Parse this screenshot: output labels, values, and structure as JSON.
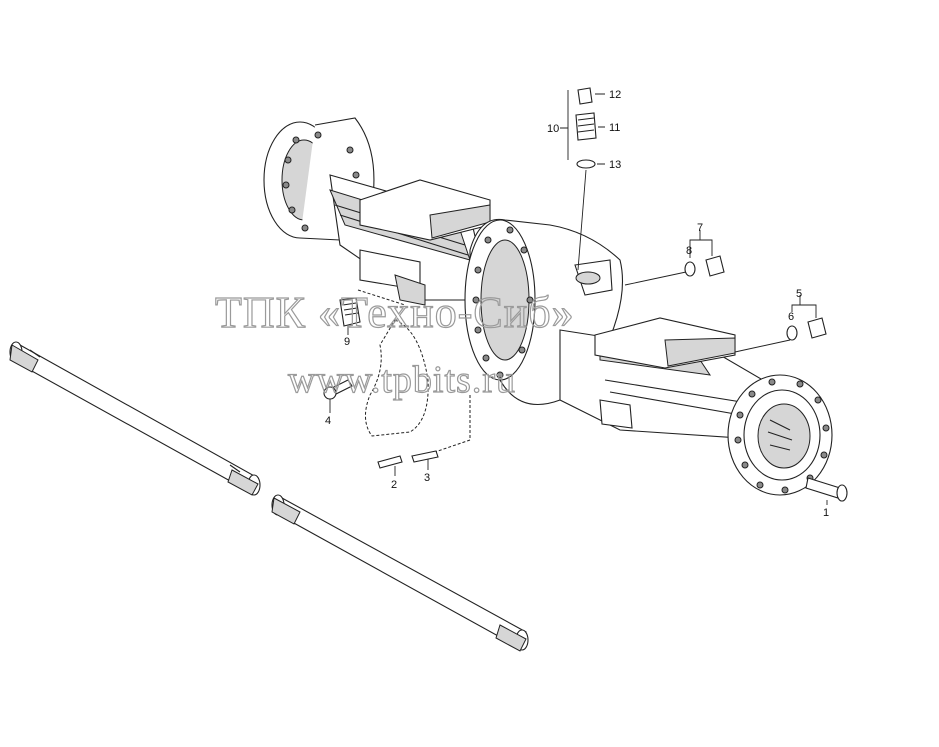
{
  "watermark": {
    "line1": "ТПК «Техно-Сиб»",
    "line2": "www.tpbits.ru"
  },
  "callouts": [
    "1",
    "2",
    "3",
    "4",
    "5",
    "6",
    "7",
    "8",
    "9",
    "10",
    "11",
    "12",
    "13"
  ],
  "colors": {
    "line": "#222222",
    "shade": "#d6d6d6",
    "watermark": "#9a9a9a",
    "background": "#ffffff"
  }
}
